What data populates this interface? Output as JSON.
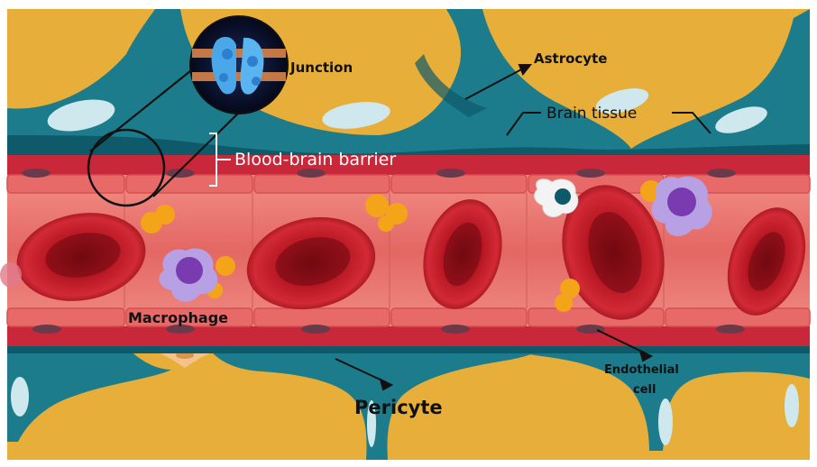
{
  "labels": {
    "junction": "Junction",
    "astrocyte": "Astrocyte",
    "brain_tissue": "Brain tissue",
    "blood_brain_barrier": "Blood-brain barrier",
    "macrophage": "Macrophage",
    "pericyte": "Pericyte",
    "endothelial_line1": "Endothelial",
    "endothelial_line2": "cell"
  },
  "colors": {
    "brain_tissue": "#E8AE3A",
    "astrocyte": "#1D7C8C",
    "astrocyte_dark": "#0E5A6B",
    "vessel_wall": "#C8283A",
    "endothelium": "#E9797A",
    "red_blood_cell": "#B51622",
    "macrophage": "#8E6BC8",
    "platelet": "#F4A419",
    "pericyte": "#F2C48A"
  },
  "icons": [
    "protein-junction-inset",
    "magnifier-circle"
  ]
}
